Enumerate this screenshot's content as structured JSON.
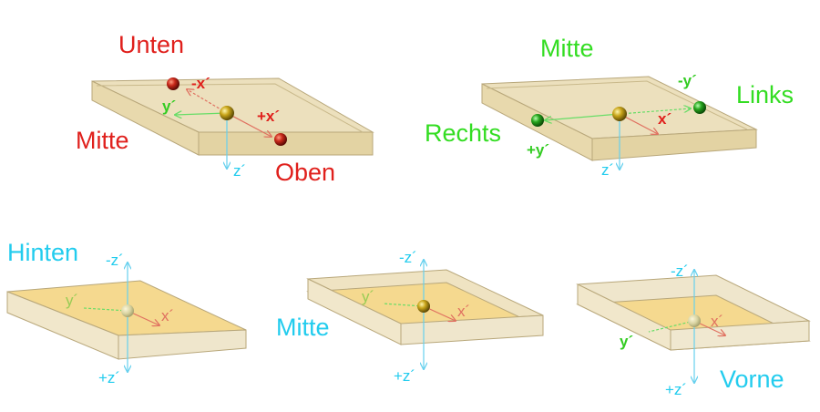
{
  "colors": {
    "red": "#e0201c",
    "green": "#33dd22",
    "cyan": "#22ccee",
    "plate_top": "#ecdfb9",
    "plate_side": "#e0cf9c",
    "plate_edge": "#b8a77a",
    "mid_plane": "#f5d68a",
    "axis_x": "#e07060",
    "axis_y": "#66dd66",
    "axis_z": "#66d0ee"
  },
  "panel1": {
    "label_unten": "Unten",
    "label_mitte": "Mitte",
    "label_oben": "Oben",
    "axis_neg_x": "-x´",
    "axis_pos_x": "+x´",
    "axis_y": "y´",
    "axis_z": "z´"
  },
  "panel2": {
    "label_mitte": "Mitte",
    "label_links": "Links",
    "label_rechts": "Rechts",
    "axis_neg_y": "-y´",
    "axis_pos_y": "+y´",
    "axis_x": "x´",
    "axis_z": "z´"
  },
  "panel3": {
    "label_hinten": "Hinten",
    "axis_neg_z": "-z´",
    "axis_pos_z": "+z´",
    "axis_x": "x´",
    "axis_y": "y´"
  },
  "panel4": {
    "label_mitte": "Mitte",
    "axis_neg_z": "-z´",
    "axis_pos_z": "+z´",
    "axis_x": "x´",
    "axis_y": "y´"
  },
  "panel5": {
    "label_vorne": "Vorne",
    "axis_neg_z": "-z´",
    "axis_pos_z": "+z´",
    "axis_x": "x´",
    "axis_y": "y´"
  }
}
